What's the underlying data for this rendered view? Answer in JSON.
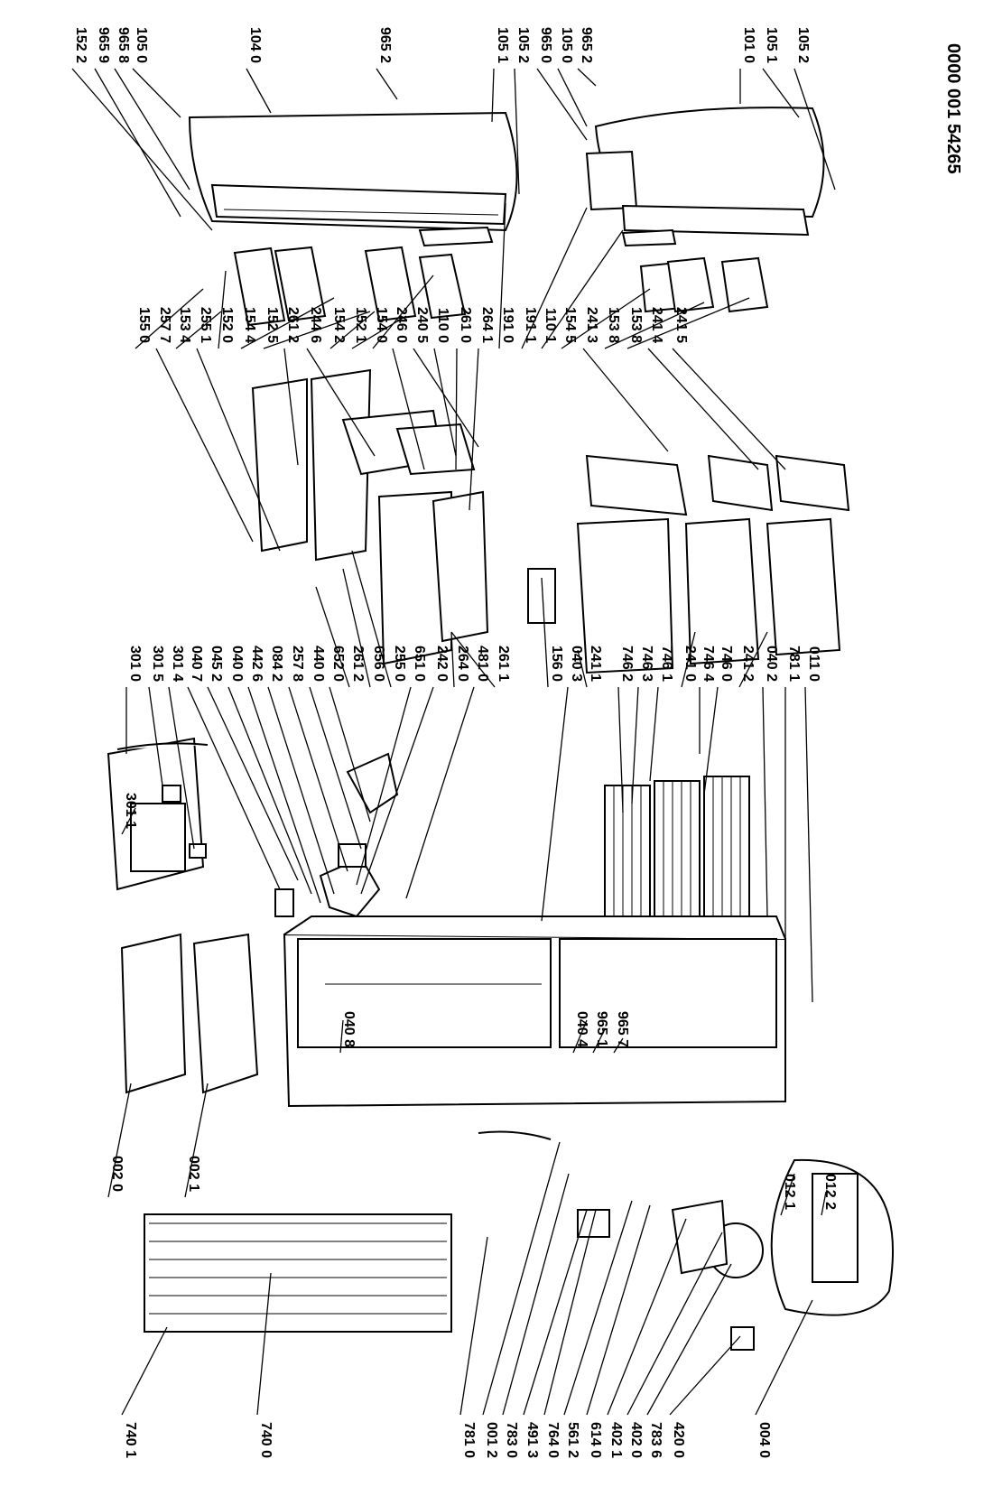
{
  "doc_number": "0000 001 54265",
  "groups": {
    "top_right": [
      "152 2",
      "965 9",
      "965 8",
      "105 0",
      "104 0",
      "965 2",
      "105 1",
      "105 2",
      "965 0",
      "105 0",
      "965 2",
      "101 0",
      "105 1",
      "105 2"
    ],
    "middle_right": [
      "155 0",
      "257 7",
      "153 4",
      "255 1",
      "152 0",
      "154 4",
      "152 5",
      "261 2",
      "244 6",
      "154 2",
      "152 1",
      "154 0",
      "246 0",
      "240 5",
      "110 0",
      "261 0",
      "264 1",
      "191 0",
      "191 1",
      "110 1",
      "154 5",
      "241 3",
      "153 8",
      "153 8",
      "241 4",
      "241 5"
    ],
    "middle": [
      "301 0",
      "301 5",
      "301 4",
      "040 7",
      "045 2",
      "040 0",
      "442 6",
      "084 2",
      "257 8",
      "440 0",
      "652 0",
      "261 2",
      "656 0",
      "255 0",
      "651 0",
      "242 0",
      "264 0",
      "481 0",
      "261 1",
      "156 0",
      "040 3",
      "241 1",
      "746 2",
      "746 3",
      "746 1",
      "241 0",
      "746 4",
      "746 0",
      "241 2",
      "040 2",
      "781 1",
      "011 0"
    ],
    "middle_small": [
      "301 1"
    ],
    "cabinet": [
      "040 8",
      "040 4",
      "965 1",
      "965 7"
    ],
    "upper_left": [
      "002 0",
      "002 1"
    ],
    "bottom_left": [
      "740 1",
      "740 0",
      "781 0",
      "001 2",
      "783 0",
      "491 3",
      "764 0",
      "561 2",
      "614 0",
      "402 1",
      "402 0",
      "783 6",
      "420 0",
      "004 0"
    ],
    "kit": [
      "012 1",
      "012 2"
    ]
  }
}
